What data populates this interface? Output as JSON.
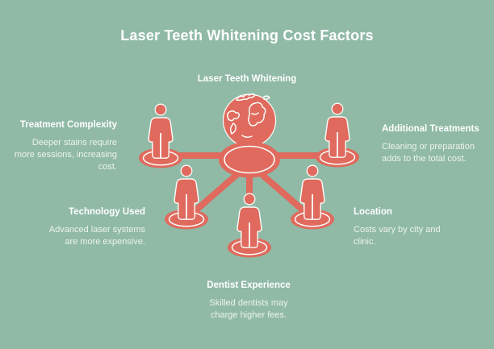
{
  "colors": {
    "background": "#90baa6",
    "accent": "#df6a5d",
    "heading": "#ffffff",
    "body": "#edf3ec",
    "outline": "#fbfdfa"
  },
  "title": "Laser Teeth Whitening Cost Factors",
  "diagram": {
    "center_label": "Laser Teeth Whitening",
    "center_icon": "globe-icon",
    "node_icon": "person-icon",
    "node_count": 5
  },
  "factors": [
    {
      "label": "Treatment Complexity",
      "description": "Deeper stains require\nmore sessions, increasing\ncost."
    },
    {
      "label": "Additional Treatments",
      "description": "Cleaning or preparation\nadds to the total cost."
    },
    {
      "label": "Technology Used",
      "description": "Advanced laser systems\nare more expensive."
    },
    {
      "label": "Location",
      "description": "Costs vary by city and\nclinic."
    },
    {
      "label": "Dentist Experience",
      "description": "Skilled dentists may\ncharge higher fees."
    }
  ]
}
